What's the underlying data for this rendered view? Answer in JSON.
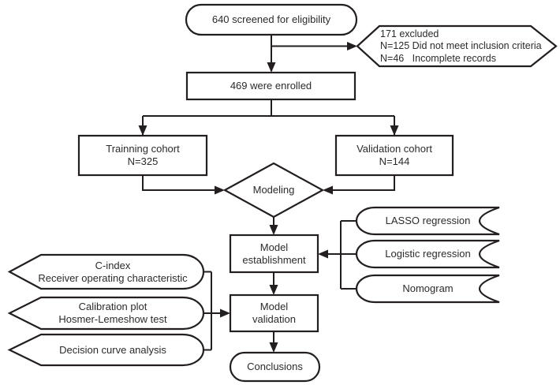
{
  "diagram": {
    "type": "study-flowchart",
    "colors": {
      "stroke": "#231f20",
      "fill": "#ffffff",
      "text": "#2b2b2b",
      "background": "#ffffff"
    },
    "nodes": {
      "screened": {
        "shape": "stadium",
        "lines": [
          "640 screened for eligibility"
        ]
      },
      "excluded": {
        "shape": "hexagon",
        "lines": [
          "171 excluded",
          "N=125 Did not meet inclusion criteria",
          "N=46   Incomplete records"
        ]
      },
      "enrolled": {
        "shape": "rectangle",
        "lines": [
          "469 were enrolled"
        ]
      },
      "training": {
        "shape": "rectangle",
        "lines": [
          "Trainning cohort",
          "N=325"
        ]
      },
      "validation": {
        "shape": "rectangle",
        "lines": [
          "Validation cohort",
          "N=144"
        ]
      },
      "modeling": {
        "shape": "diamond",
        "lines": [
          "Modeling"
        ]
      },
      "establishment": {
        "shape": "rectangle",
        "lines": [
          "Model",
          "establishment"
        ]
      },
      "lasso": {
        "shape": "stored-data",
        "lines": [
          "LASSO regression"
        ]
      },
      "logistic": {
        "shape": "stored-data",
        "lines": [
          "Logistic regression"
        ]
      },
      "nomogram": {
        "shape": "stored-data",
        "lines": [
          "Nomogram"
        ]
      },
      "cindex": {
        "shape": "display",
        "lines": [
          "C-index",
          "Receiver operating characteristic"
        ]
      },
      "calibration": {
        "shape": "display",
        "lines": [
          "Calibration plot",
          "Hosmer-Lemeshow test"
        ]
      },
      "dca": {
        "shape": "display",
        "lines": [
          "Decision curve analysis"
        ]
      },
      "model_validation": {
        "shape": "rectangle",
        "lines": [
          "Model",
          "validation"
        ]
      },
      "conclusions": {
        "shape": "stadium",
        "lines": [
          "Conclusions"
        ]
      }
    },
    "edges": [
      "screened -> enrolled",
      "screened -> excluded",
      "enrolled -> training",
      "enrolled -> validation",
      "training -> modeling",
      "validation -> modeling",
      "modeling -> establishment",
      "lasso|logistic|nomogram -> establishment",
      "establishment -> model_validation",
      "cindex|calibration|dca -> model_validation",
      "model_validation -> conclusions"
    ]
  }
}
